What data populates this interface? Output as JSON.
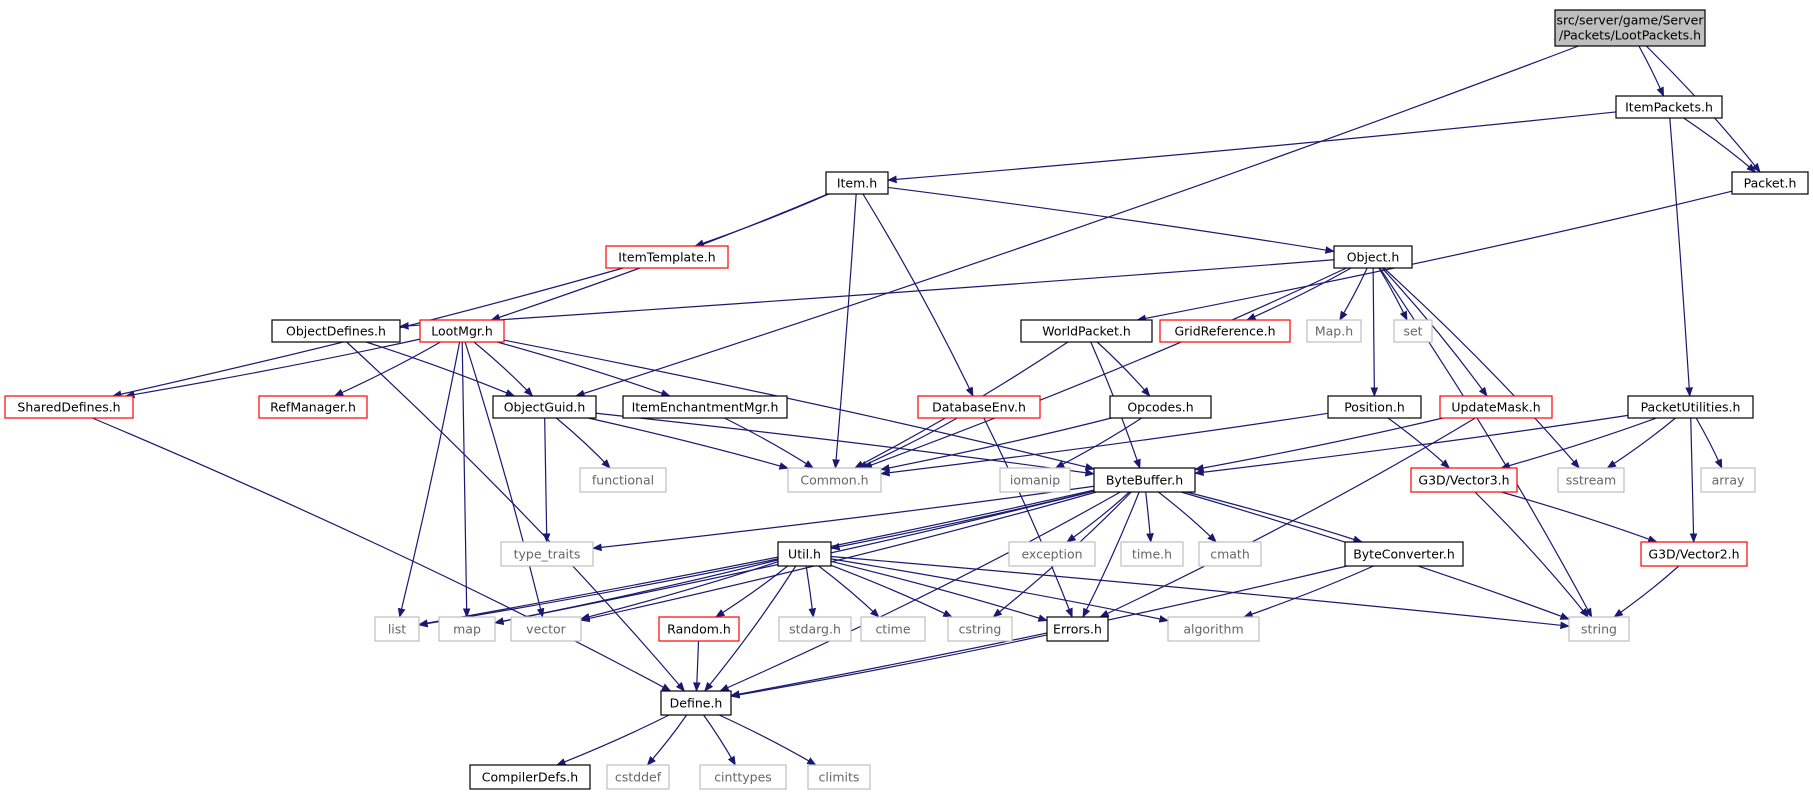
{
  "colors": {
    "edge": "#191970",
    "documented_border": "#000000",
    "truncated_border": "#ff0000",
    "system_border": "#bfbfbf",
    "system_text": "#666666",
    "root_fill": "#bfbfbf"
  },
  "nodes": [
    {
      "id": "root",
      "label": "src/server/game/Server",
      "label2": "/Packets/LootPackets.h",
      "kind": "root"
    },
    {
      "id": "itempackets",
      "label": "ItemPackets.h",
      "kind": "doc"
    },
    {
      "id": "packet",
      "label": "Packet.h",
      "kind": "doc"
    },
    {
      "id": "item",
      "label": "Item.h",
      "kind": "doc"
    },
    {
      "id": "itemtemplate",
      "label": "ItemTemplate.h",
      "kind": "trunc"
    },
    {
      "id": "object",
      "label": "Object.h",
      "kind": "doc"
    },
    {
      "id": "objectdefines",
      "label": "ObjectDefines.h",
      "kind": "doc"
    },
    {
      "id": "lootmgr",
      "label": "LootMgr.h",
      "kind": "trunc"
    },
    {
      "id": "worldpacket",
      "label": "WorldPacket.h",
      "kind": "doc"
    },
    {
      "id": "gridreference",
      "label": "GridReference.h",
      "kind": "trunc"
    },
    {
      "id": "map",
      "label": "Map.h",
      "kind": "sys"
    },
    {
      "id": "set",
      "label": "set",
      "kind": "sys"
    },
    {
      "id": "shareddefines",
      "label": "SharedDefines.h",
      "kind": "trunc"
    },
    {
      "id": "refmanager",
      "label": "RefManager.h",
      "kind": "trunc"
    },
    {
      "id": "objectguid",
      "label": "ObjectGuid.h",
      "kind": "doc"
    },
    {
      "id": "itemenchant",
      "label": "ItemEnchantmentMgr.h",
      "kind": "doc"
    },
    {
      "id": "databaseenv",
      "label": "DatabaseEnv.h",
      "kind": "trunc"
    },
    {
      "id": "opcodes",
      "label": "Opcodes.h",
      "kind": "doc"
    },
    {
      "id": "position",
      "label": "Position.h",
      "kind": "doc"
    },
    {
      "id": "updatemask",
      "label": "UpdateMask.h",
      "kind": "trunc"
    },
    {
      "id": "packetutil",
      "label": "PacketUtilities.h",
      "kind": "doc"
    },
    {
      "id": "functional",
      "label": "functional",
      "kind": "sys"
    },
    {
      "id": "common",
      "label": "Common.h",
      "kind": "sys"
    },
    {
      "id": "iomanip",
      "label": "iomanip",
      "kind": "sys"
    },
    {
      "id": "bytebuffer",
      "label": "ByteBuffer.h",
      "kind": "doc"
    },
    {
      "id": "g3dvec3",
      "label": "G3D/Vector3.h",
      "kind": "trunc"
    },
    {
      "id": "sstream",
      "label": "sstream",
      "kind": "sys"
    },
    {
      "id": "array",
      "label": "array",
      "kind": "sys"
    },
    {
      "id": "typetraits",
      "label": "type_traits",
      "kind": "sys"
    },
    {
      "id": "exception",
      "label": "exception",
      "kind": "sys"
    },
    {
      "id": "timeh",
      "label": "time.h",
      "kind": "sys"
    },
    {
      "id": "cmath",
      "label": "cmath",
      "kind": "sys"
    },
    {
      "id": "byteconverter",
      "label": "ByteConverter.h",
      "kind": "doc"
    },
    {
      "id": "g3dvec2",
      "label": "G3D/Vector2.h",
      "kind": "trunc"
    },
    {
      "id": "util",
      "label": "Util.h",
      "kind": "doc"
    },
    {
      "id": "list",
      "label": "list",
      "kind": "sys"
    },
    {
      "id": "maph",
      "label": "map",
      "kind": "sys"
    },
    {
      "id": "vector",
      "label": "vector",
      "kind": "sys"
    },
    {
      "id": "random",
      "label": "Random.h",
      "kind": "trunc"
    },
    {
      "id": "stdarg",
      "label": "stdarg.h",
      "kind": "sys"
    },
    {
      "id": "ctime",
      "label": "ctime",
      "kind": "sys"
    },
    {
      "id": "cstring",
      "label": "cstring",
      "kind": "sys"
    },
    {
      "id": "errors",
      "label": "Errors.h",
      "kind": "doc"
    },
    {
      "id": "algorithm",
      "label": "algorithm",
      "kind": "sys"
    },
    {
      "id": "string",
      "label": "string",
      "kind": "sys"
    },
    {
      "id": "define",
      "label": "Define.h",
      "kind": "doc"
    },
    {
      "id": "compilerdefs",
      "label": "CompilerDefs.h",
      "kind": "doc"
    },
    {
      "id": "cstddef",
      "label": "cstddef",
      "kind": "sys"
    },
    {
      "id": "cinttypes",
      "label": "cinttypes",
      "kind": "sys"
    },
    {
      "id": "climits",
      "label": "climits",
      "kind": "sys"
    }
  ],
  "edges": [
    [
      "root",
      "itempackets"
    ],
    [
      "root",
      "packet"
    ],
    [
      "root",
      "objectguid"
    ],
    [
      "itempackets",
      "item"
    ],
    [
      "itempackets",
      "packet"
    ],
    [
      "itempackets",
      "packetutil"
    ],
    [
      "packet",
      "worldpacket"
    ],
    [
      "item",
      "itemtemplate"
    ],
    [
      "item",
      "object"
    ],
    [
      "item",
      "lootmgr"
    ],
    [
      "item",
      "common"
    ],
    [
      "item",
      "databaseenv"
    ],
    [
      "itemtemplate",
      "shareddefines"
    ],
    [
      "object",
      "objectdefines"
    ],
    [
      "object",
      "common"
    ],
    [
      "object",
      "gridreference"
    ],
    [
      "object",
      "map"
    ],
    [
      "object",
      "set"
    ],
    [
      "object",
      "position"
    ],
    [
      "object",
      "updatemask"
    ],
    [
      "object",
      "sstream"
    ],
    [
      "object",
      "string"
    ],
    [
      "objectdefines",
      "objectguid"
    ],
    [
      "objectdefines",
      "define"
    ],
    [
      "lootmgr",
      "shareddefines"
    ],
    [
      "lootmgr",
      "refmanager"
    ],
    [
      "lootmgr",
      "objectguid"
    ],
    [
      "lootmgr",
      "itemenchant"
    ],
    [
      "lootmgr",
      "bytebuffer"
    ],
    [
      "lootmgr",
      "list"
    ],
    [
      "lootmgr",
      "maph"
    ],
    [
      "lootmgr",
      "vector"
    ],
    [
      "worldpacket",
      "opcodes"
    ],
    [
      "worldpacket",
      "common"
    ],
    [
      "worldpacket",
      "bytebuffer"
    ],
    [
      "shareddefines",
      "define"
    ],
    [
      "objectguid",
      "common"
    ],
    [
      "objectguid",
      "functional"
    ],
    [
      "objectguid",
      "typetraits"
    ],
    [
      "objectguid",
      "bytebuffer"
    ],
    [
      "itemenchant",
      "common"
    ],
    [
      "databaseenv",
      "common"
    ],
    [
      "databaseenv",
      "errors"
    ],
    [
      "opcodes",
      "common"
    ],
    [
      "opcodes",
      "iomanip"
    ],
    [
      "position",
      "common"
    ],
    [
      "position",
      "g3dvec3"
    ],
    [
      "updatemask",
      "bytebuffer"
    ],
    [
      "updatemask",
      "errors"
    ],
    [
      "packetutil",
      "bytebuffer"
    ],
    [
      "packetutil",
      "g3dvec3"
    ],
    [
      "packetutil",
      "sstream"
    ],
    [
      "packetutil",
      "array"
    ],
    [
      "packetutil",
      "g3dvec2"
    ],
    [
      "bytebuffer",
      "typetraits"
    ],
    [
      "bytebuffer",
      "exception"
    ],
    [
      "bytebuffer",
      "timeh"
    ],
    [
      "bytebuffer",
      "cmath"
    ],
    [
      "bytebuffer",
      "byteconverter"
    ],
    [
      "bytebuffer",
      "util"
    ],
    [
      "bytebuffer",
      "list"
    ],
    [
      "bytebuffer",
      "maph"
    ],
    [
      "bytebuffer",
      "vector"
    ],
    [
      "bytebuffer",
      "cstring"
    ],
    [
      "bytebuffer",
      "errors"
    ],
    [
      "bytebuffer",
      "string"
    ],
    [
      "bytebuffer",
      "define"
    ],
    [
      "g3dvec3",
      "g3dvec2"
    ],
    [
      "g3dvec3",
      "string"
    ],
    [
      "g3dvec2",
      "string"
    ],
    [
      "byteconverter",
      "algorithm"
    ],
    [
      "byteconverter",
      "define"
    ],
    [
      "util",
      "list"
    ],
    [
      "util",
      "maph"
    ],
    [
      "util",
      "vector"
    ],
    [
      "util",
      "random"
    ],
    [
      "util",
      "stdarg"
    ],
    [
      "util",
      "ctime"
    ],
    [
      "util",
      "cstring"
    ],
    [
      "util",
      "errors"
    ],
    [
      "util",
      "algorithm"
    ],
    [
      "util",
      "string"
    ],
    [
      "util",
      "define"
    ],
    [
      "random",
      "define"
    ],
    [
      "errors",
      "define"
    ],
    [
      "define",
      "compilerdefs"
    ],
    [
      "define",
      "cstddef"
    ],
    [
      "define",
      "cinttypes"
    ],
    [
      "define",
      "climits"
    ]
  ]
}
